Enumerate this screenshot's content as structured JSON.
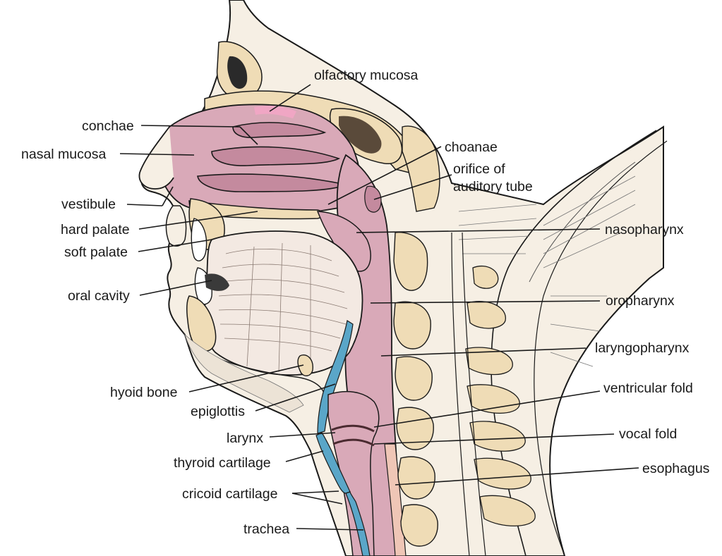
{
  "labels": {
    "olfactory_mucosa": "olfactory mucosa",
    "conchae": "conchae",
    "nasal_mucosa": "nasal mucosa",
    "vestibule": "vestibule",
    "hard_palate": "hard palate",
    "soft_palate": "soft palate",
    "oral_cavity": "oral cavity",
    "hyoid_bone": "hyoid bone",
    "epiglottis": "epiglottis",
    "larynx": "larynx",
    "thyroid_cartilage": "thyroid cartilage",
    "cricoid_cartilage": "cricoid cartilage",
    "trachea": "trachea",
    "choanae": "choanae",
    "orifice_line1": "orifice of",
    "orifice_line2": "auditory tube",
    "nasopharynx": "nasopharynx",
    "oropharynx": "oropharynx",
    "laryngopharynx": "laryngopharynx",
    "ventricular_fold": "ventricular fold",
    "vocal_fold": "vocal fold",
    "esophagus": "esophagus"
  },
  "colors": {
    "mucosa": "#d9a9b8",
    "mucosa_dark": "#c48a9e",
    "bone": "#efdcb6",
    "cartilage_blue": "#5aa6c8",
    "olfactory": "#f0a6c4",
    "outline": "#1a1a1a"
  }
}
